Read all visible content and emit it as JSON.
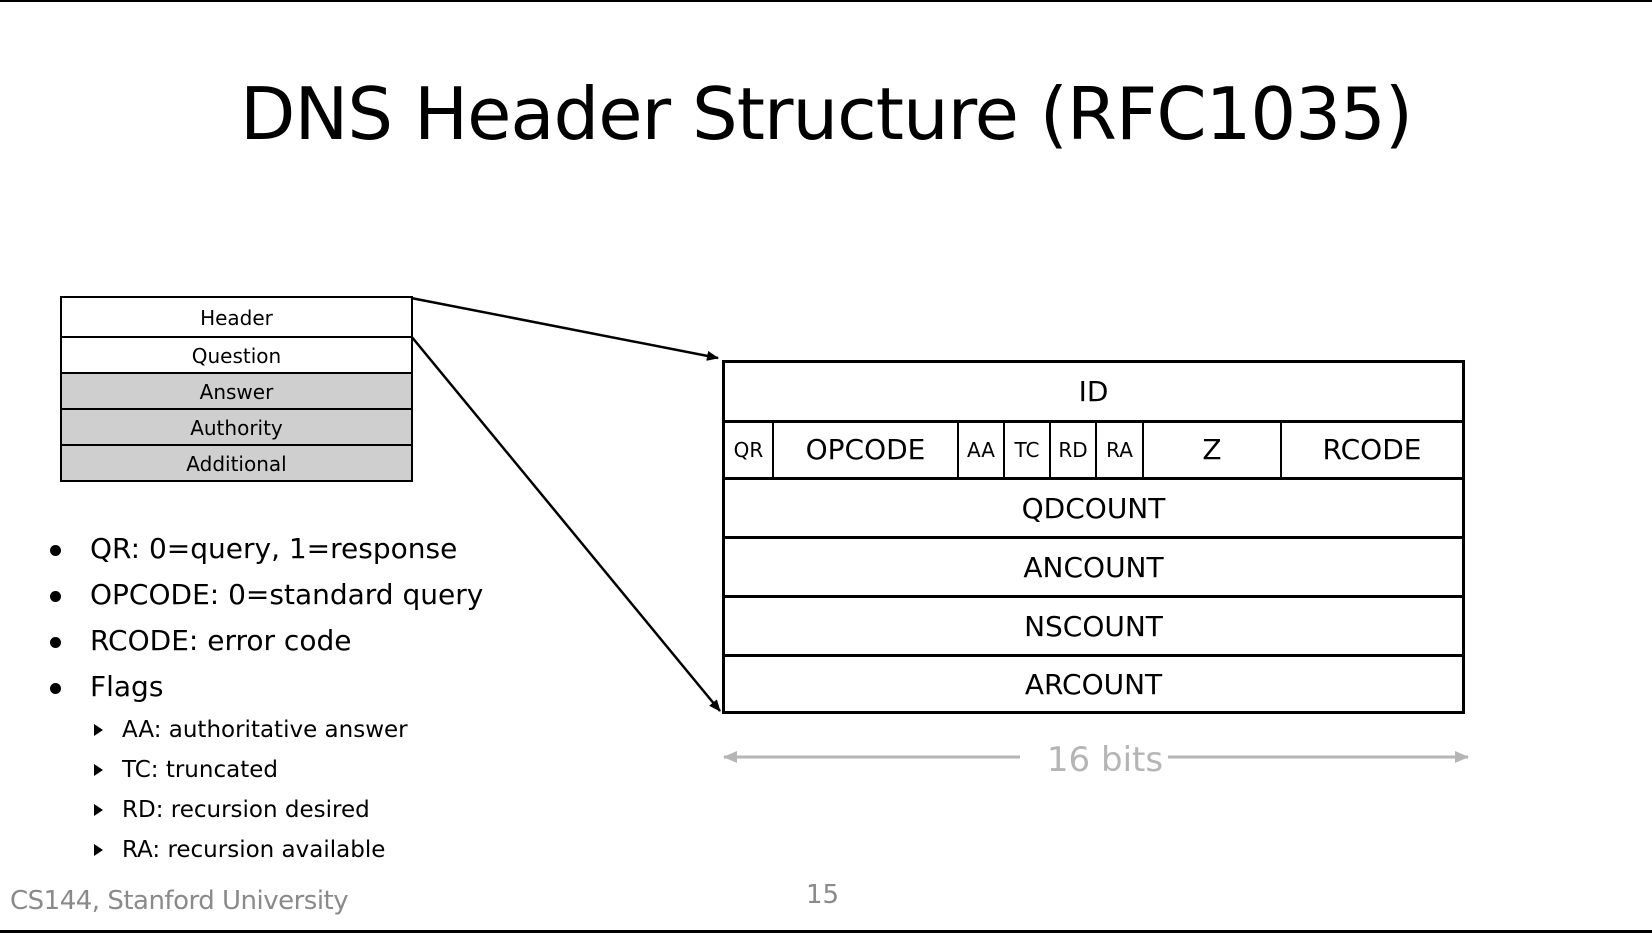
{
  "slide": {
    "title": "DNS Header Structure (RFC1035)",
    "footer": "CS144, Stanford University",
    "page_number": "15"
  },
  "sections": [
    {
      "label": "Header",
      "shaded": false
    },
    {
      "label": "Question",
      "shaded": false
    },
    {
      "label": "Answer",
      "shaded": true
    },
    {
      "label": "Authority",
      "shaded": true
    },
    {
      "label": "Additional",
      "shaded": true
    }
  ],
  "header_fields": {
    "id": "ID",
    "flags_row": [
      "QR",
      "OPCODE",
      "AA",
      "TC",
      "RD",
      "RA",
      "Z",
      "RCODE"
    ],
    "counts": [
      "QDCOUNT",
      "ANCOUNT",
      "NSCOUNT",
      "ARCOUNT"
    ]
  },
  "width_label": "16 bits",
  "bullets": [
    "QR: 0=query, 1=response",
    "OPCODE: 0=standard query",
    "RCODE: error code",
    "Flags"
  ],
  "flag_items": [
    "AA: authoritative answer",
    "TC: truncated",
    "RD: recursion desired",
    "RA: recursion available"
  ],
  "colors": {
    "shaded_section": "#cfcfcf",
    "muted_text": "#8a8a8a",
    "bits_arrow": "#b5b5b5"
  }
}
